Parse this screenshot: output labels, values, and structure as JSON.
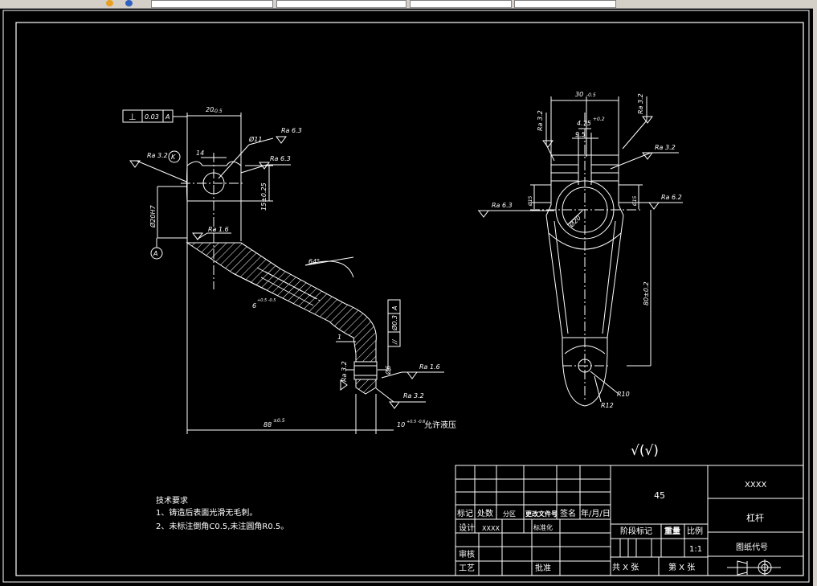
{
  "tech": {
    "heading": "技术要求",
    "line1": "1、铸造后表面光滑无毛刺。",
    "line2": "2、未标注倒角C0.5,未注圆角R0.5。"
  },
  "surface_symbol": "√(√)",
  "left_view": {
    "tol_frame": [
      "⊥",
      "0.03",
      "A"
    ],
    "dim_width": "20",
    "dim_width_tol": "-0.5",
    "dim_14": "14",
    "dim_hole": "Ø11",
    "ra_top": "Ra 6.3",
    "ra_mid": "Ra 6.3",
    "ra_left": "Ra 3.2",
    "k_mark": "K",
    "dim_height": "15±0.25",
    "dim_bore": "Ø20H7",
    "datum": "A",
    "ra_lower": "Ra 1.6",
    "angle": "64°",
    "web_dim": "6",
    "web_tol": "+0.5 -0.5",
    "flat_frame": [
      "//",
      "Ø0.3",
      "A"
    ],
    "dim_1": "1",
    "dim_pin": "Ø6",
    "ra_pin": "Ra 1.6",
    "ra_bottom": "Ra 3.2",
    "ra_side": "Ra 3.2",
    "dim_length": "88",
    "dim_length_tol": "±0.5",
    "dim_10": "10",
    "dim_10_tol": "+0.5 -0.6",
    "press_note": "允许液压"
  },
  "right_view": {
    "dim_30": "30",
    "dim_30_tol": "-0.5",
    "dim_475": "4.75",
    "dim_475_tol": "+0.2",
    "dim_95": "9.5",
    "ra_tl": "Ra 3.2",
    "ra_tr": "Ra 3.2",
    "ra_right": "Ra 3.2",
    "ra_left": "Ra 6.3",
    "ra_r62": "Ra 6.2",
    "dim_l5": "Ø15",
    "dim_r5": "Ø15",
    "dim_bore": "Ø20",
    "dim_80": "80±0.2",
    "r10": "R10",
    "r12": "R12"
  },
  "title_block": {
    "material": "45",
    "company": "XXXX",
    "part_name": "杠杆",
    "drawing_no_label": "图纸代号",
    "scale": "1:1",
    "row_labels": [
      "标记",
      "处数",
      "分区",
      "更改文件号",
      "签名",
      "年/月/日"
    ],
    "design_label": "设计",
    "designer": "XXXX",
    "standard_label": "标准化",
    "stage_label": "阶段标记",
    "weight_label": "重量",
    "scale_label": "比例",
    "review_label": "审核",
    "process_label": "工艺",
    "approve_label": "批准",
    "sheets_total": "共 X 张",
    "sheet_no": "第 X 张"
  }
}
